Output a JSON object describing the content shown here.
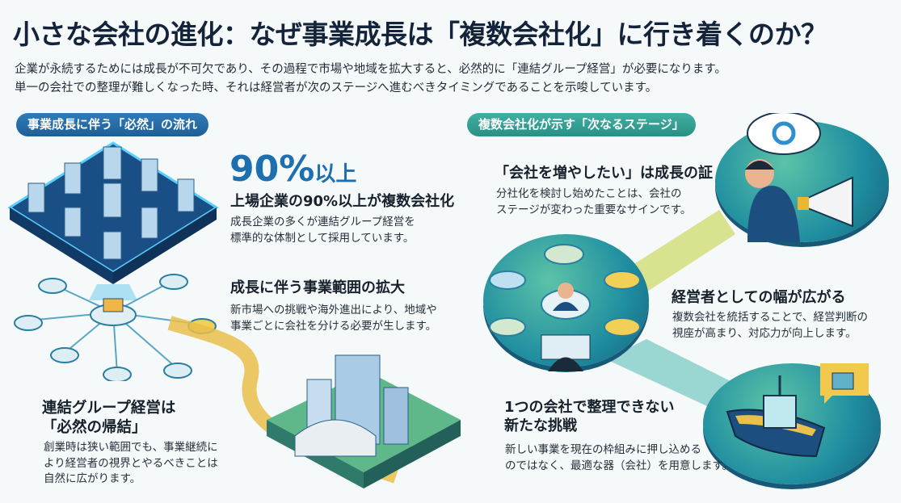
{
  "title": "小さな会社の進化：なぜ事業成長は「複数会社化」に行き着くのか？",
  "subtitle": [
    "企業が永続するためには成長が不可欠であり、その過程で市場や地域を拡大すると、必然的に「連結グループ経営」が必要になります。",
    "単一の会社での整理が難しくなった時、それは経営者が次のステージへ進むべきタイミングであることを示唆しています。"
  ],
  "left": {
    "pill": "事業成長に伴う「必然」の流れ",
    "stat": {
      "value": "90%",
      "suffix": "以上"
    },
    "sections": [
      {
        "heading": "上場企業の90%以上が複数会社化",
        "body": [
          "成長企業の多くが連結グループ経営を",
          "標準的な体制として採用しています。"
        ]
      },
      {
        "heading": "成長に伴う事業範囲の拡大",
        "body": [
          "新市場への挑戦や海外進出により、地域や",
          "事業ごとに会社を分ける必要が生します。"
        ]
      },
      {
        "heading": [
          "連結グループ経営は",
          "「必然の帰結」"
        ],
        "body": [
          "創業時は狭い範囲でも、事業継続に",
          "より経営者の視界とやるべきことは",
          "自然に広がります。"
        ]
      }
    ]
  },
  "right": {
    "pill": "複数会社化が示す「次なるステージ」",
    "sections": [
      {
        "heading": "「会社を増やしたい」は成長の証",
        "body": [
          "分社化を検討し始めたことは、会社の",
          "ステージが変わった重要なサインです。"
        ]
      },
      {
        "heading": "経営者としての幅が広がる",
        "body": [
          "複数会社を統括することで、経営判断の",
          "視座が高まり、対応力が向上します。"
        ]
      },
      {
        "heading": [
          "1つの会社で整理できない",
          "新たな挑戦"
        ],
        "body": [
          "新しい事業を現在の枠組みに押し込める",
          "のではなく、最適な器（会社）を用意します。"
        ]
      }
    ]
  },
  "colors": {
    "blue": "#1d6fb0",
    "teal": "#2fa394",
    "gold": "#e8c24a",
    "navy": "#13233a"
  }
}
